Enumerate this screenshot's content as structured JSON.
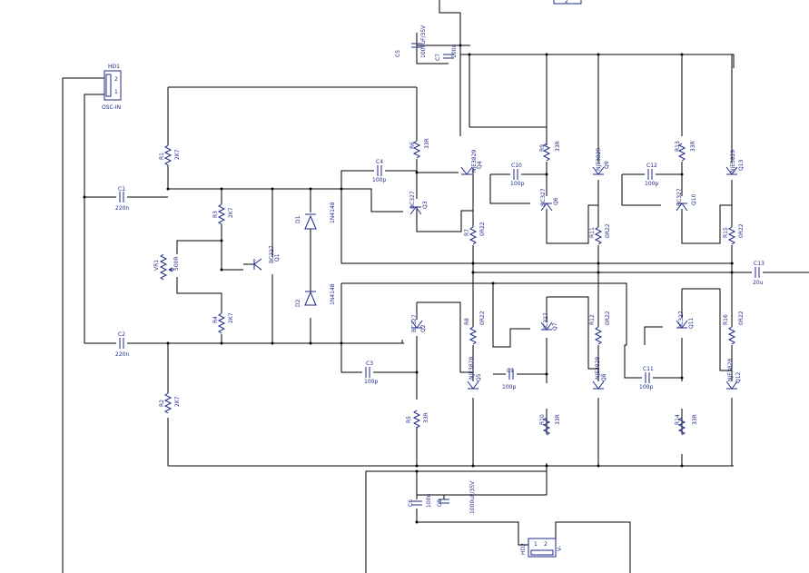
{
  "connectors": {
    "hd1": {
      "ref": "HD1",
      "name": "OSC-IN",
      "pin1": "1",
      "pin2": "2"
    },
    "hd2": {
      "ref": "HD2",
      "pin1": "1",
      "pin2": "2"
    },
    "top_partial": {
      "pin": "2"
    }
  },
  "components": {
    "r1": {
      "ref": "R1",
      "value": "2K7"
    },
    "r2": {
      "ref": "R2",
      "value": "2K7"
    },
    "r3": {
      "ref": "R3",
      "value": "2K7"
    },
    "r4": {
      "ref": "R4",
      "value": "2K7"
    },
    "vr1": {
      "ref": "VR1",
      "value": "500R"
    },
    "q1": {
      "ref": "Q1",
      "value": "BC327"
    },
    "d1": {
      "ref": "D1",
      "value": "1N4148"
    },
    "d2": {
      "ref": "D2",
      "value": "1N4148"
    },
    "c1": {
      "ref": "C1",
      "value": "220n"
    },
    "c2": {
      "ref": "C2",
      "value": "220n"
    },
    "c3": {
      "ref": "C3",
      "value": "100p"
    },
    "c4": {
      "ref": "C4",
      "value": "100p"
    },
    "c5": {
      "ref": "C5",
      "value": "1000uF/35V"
    },
    "c6": {
      "ref": "C6",
      "value": "100n"
    },
    "c7": {
      "ref": "C7",
      "value": "100n"
    },
    "c8": {
      "ref": "C8",
      "value": "1000uF/35V"
    },
    "c9": {
      "ref": "C9",
      "value": "100p"
    },
    "c10": {
      "ref": "C10",
      "value": "100p"
    },
    "c11": {
      "ref": "C11",
      "value": "100p"
    },
    "c12": {
      "ref": "C12",
      "value": "100p"
    },
    "c13": {
      "ref": "C13",
      "value": "20u"
    },
    "r5": {
      "ref": "R5",
      "value": "33R"
    },
    "r6": {
      "ref": "R6",
      "value": "33R"
    },
    "r7": {
      "ref": "R7",
      "value": "0R22"
    },
    "r8": {
      "ref": "R8",
      "value": "0R22"
    },
    "r9": {
      "ref": "R9",
      "value": "33R"
    },
    "r10": {
      "ref": "R10",
      "value": "33R"
    },
    "r11": {
      "ref": "R11",
      "value": "0R22"
    },
    "r12": {
      "ref": "R12",
      "value": "0R22"
    },
    "r13": {
      "ref": "R13",
      "value": "33R"
    },
    "r14": {
      "ref": "R14",
      "value": "33R"
    },
    "r15": {
      "ref": "R15",
      "value": "0R22"
    },
    "r16": {
      "ref": "R16",
      "value": "0R22"
    },
    "q2": {
      "ref": "Q2",
      "value": "BC327"
    },
    "q3": {
      "ref": "Q3",
      "value": "BC327"
    },
    "q4": {
      "ref": "Q4",
      "value": "NJE3829"
    },
    "q5": {
      "ref": "Q5",
      "value": "NJE3828"
    },
    "q6": {
      "ref": "Q6",
      "value": "BC327"
    },
    "q7": {
      "ref": "Q7",
      "value": "BC327"
    },
    "q8": {
      "ref": "Q8",
      "value": "NJE3828"
    },
    "q9": {
      "ref": "Q9",
      "value": "NJE3829"
    },
    "q10": {
      "ref": "Q10",
      "value": "BC327"
    },
    "q11": {
      "ref": "Q11",
      "value": "BC327"
    },
    "q12": {
      "ref": "Q12",
      "value": "NJE3828"
    },
    "q13": {
      "ref": "Q13",
      "value": "NJE3829"
    }
  }
}
